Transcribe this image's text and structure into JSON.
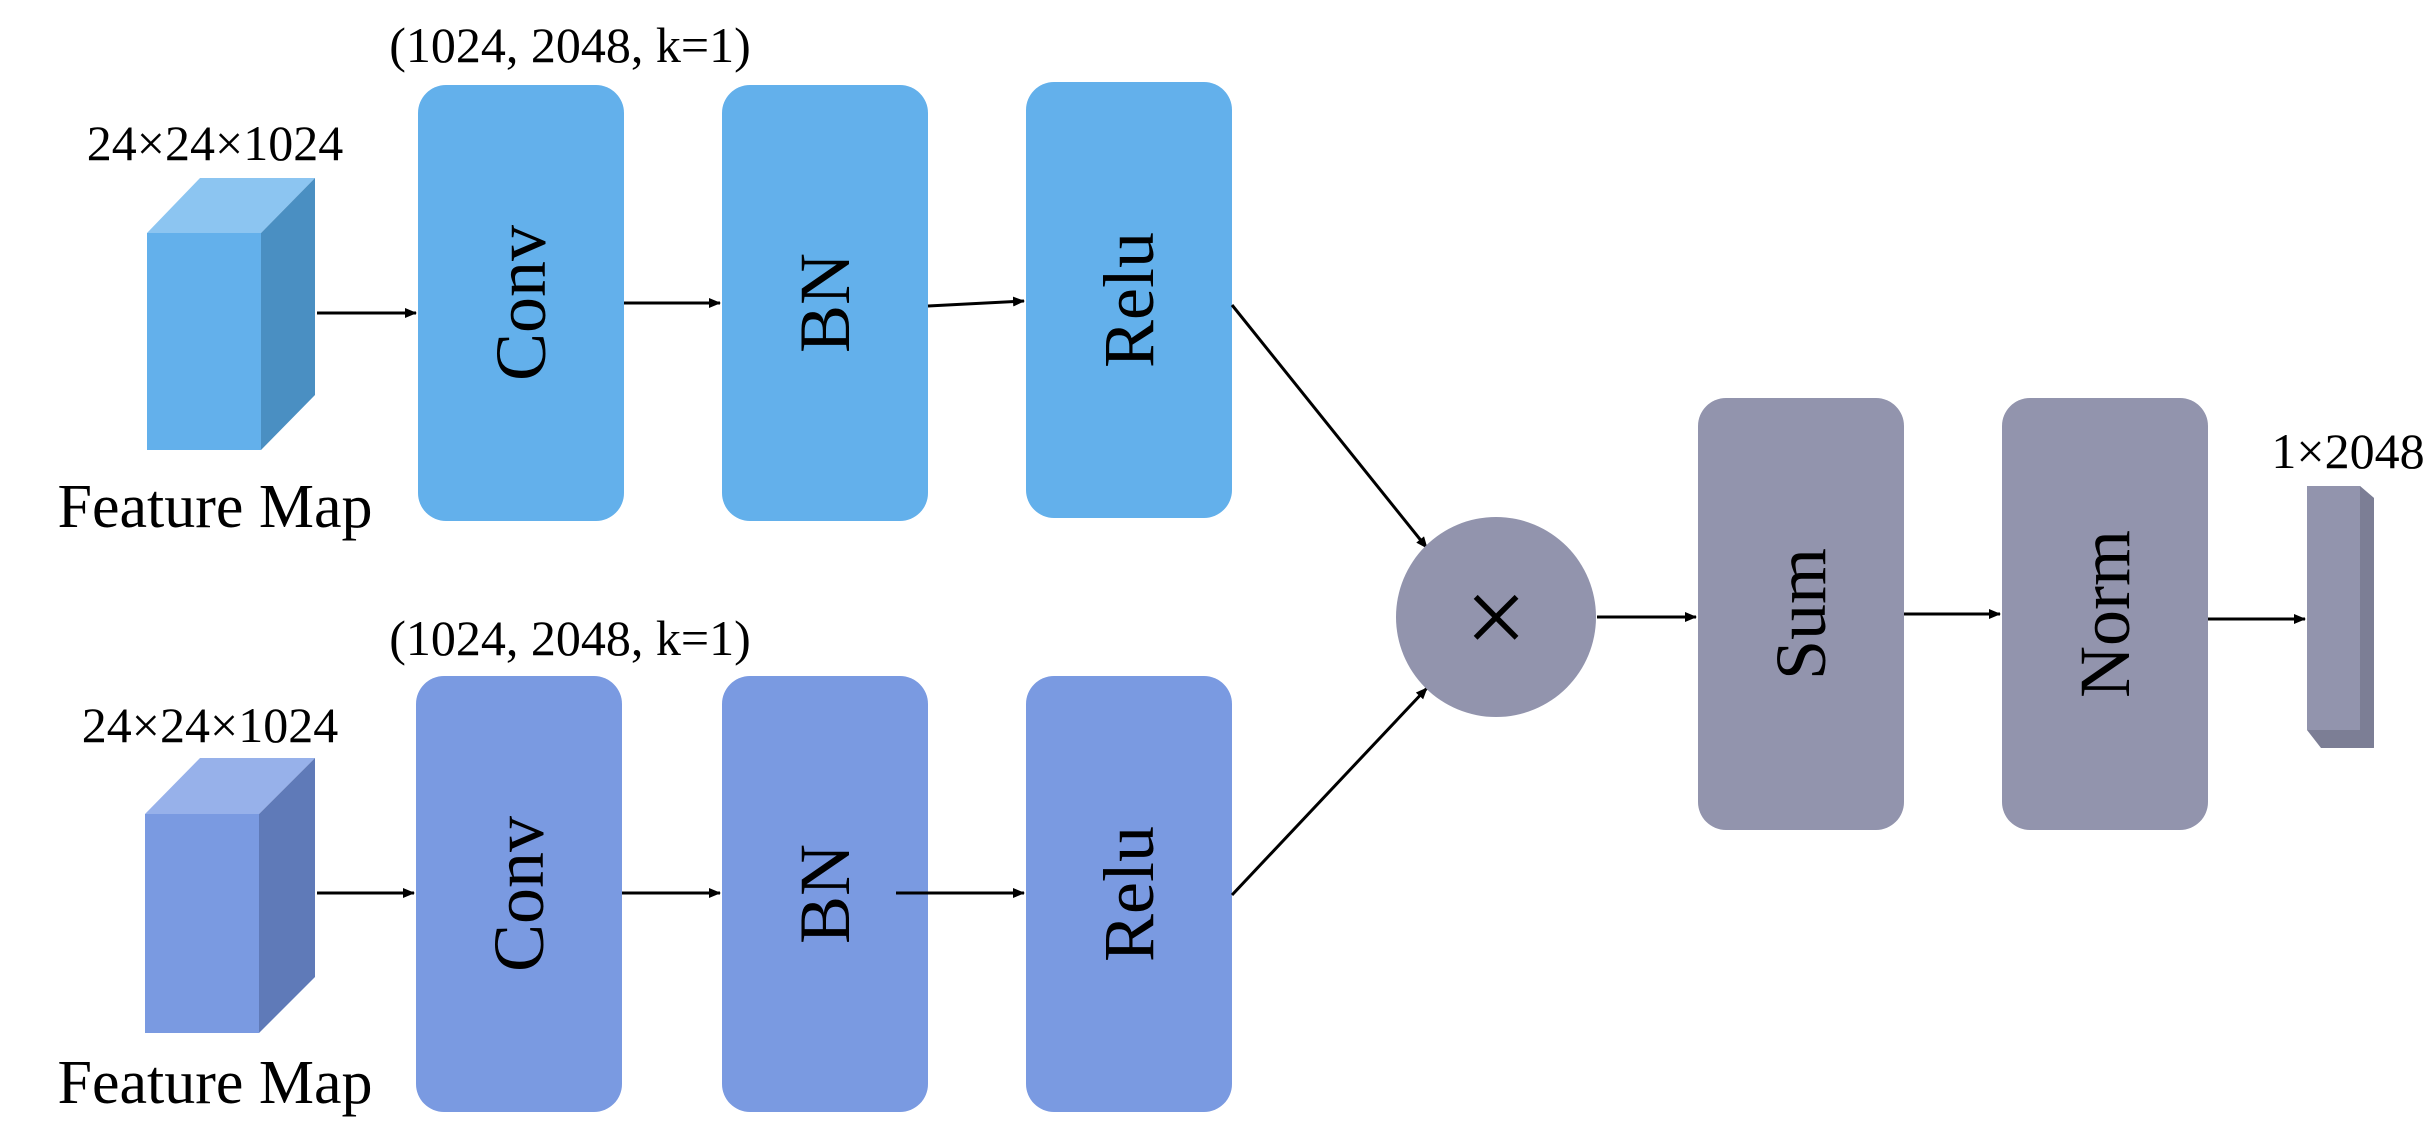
{
  "colors": {
    "upper_block": "#63b0eb",
    "upper_cube_front": "#63b0eb",
    "upper_cube_top": "#8cc5f1",
    "upper_cube_side": "#4a8fc2",
    "lower_block": "#7a9ae1",
    "lower_cube_front": "#7a9ae1",
    "lower_cube_top": "#97b1ea",
    "lower_cube_side": "#5f7ab8",
    "gray_block": "#9294ad",
    "gray_side": "#7c7e95",
    "gray_top": "#b0b2c4",
    "arrow": "#000000"
  },
  "upper_branch": {
    "input_shape": "24×24×1024",
    "input_label": "Feature Map",
    "conv_params": "(1024, 2048, k=1)",
    "blocks": [
      "Conv",
      "BN",
      "Relu"
    ]
  },
  "lower_branch": {
    "input_shape": "24×24×1024",
    "input_label": "Feature Map",
    "conv_params": "(1024, 2048, k=1)",
    "blocks": [
      "Conv",
      "BN",
      "Relu"
    ]
  },
  "merge": {
    "operator_symbol": "×",
    "blocks": [
      "Sum",
      "Norm"
    ],
    "output_shape": "1×2048"
  }
}
